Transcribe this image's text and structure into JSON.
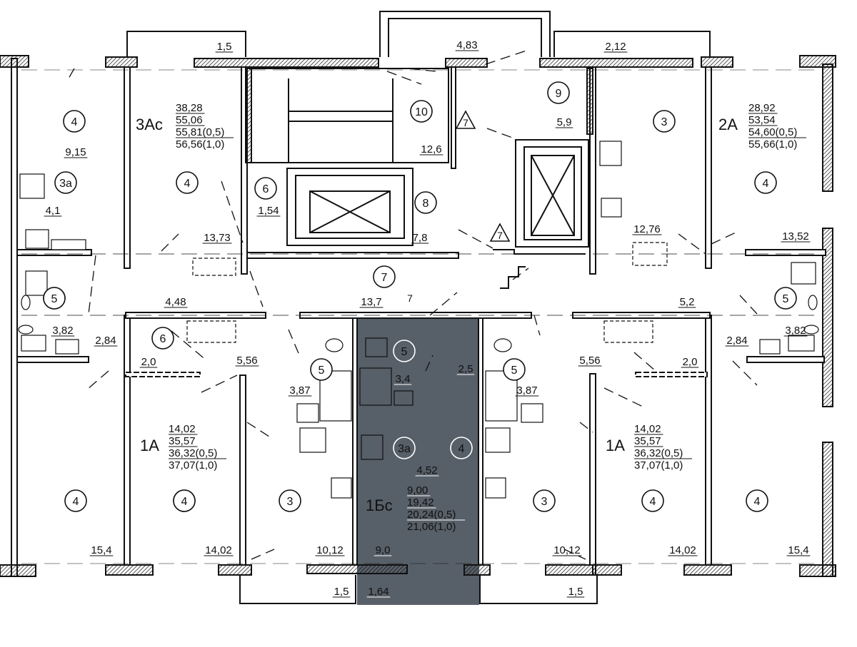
{
  "colors": {
    "wall": "#111111",
    "highlight": "#4a535c",
    "line": "#111111",
    "background": "#ffffff"
  },
  "rooms": [
    {
      "id": "r1",
      "label": "4"
    },
    {
      "id": "r2",
      "label": "3а"
    },
    {
      "id": "r3",
      "label": "5"
    },
    {
      "id": "r4",
      "label": "4"
    },
    {
      "id": "r5",
      "label": "4"
    },
    {
      "id": "r6",
      "label": "6"
    },
    {
      "id": "r7",
      "label": "8"
    },
    {
      "id": "r8",
      "label": "10"
    },
    {
      "id": "r9",
      "label": "9"
    },
    {
      "id": "r10",
      "label": "3"
    },
    {
      "id": "r11",
      "label": "4"
    },
    {
      "id": "r12",
      "label": "5"
    },
    {
      "id": "r13",
      "label": "7"
    },
    {
      "id": "r14",
      "label": "6"
    },
    {
      "id": "r15",
      "label": "5"
    },
    {
      "id": "r16",
      "label": "5"
    },
    {
      "id": "r17",
      "label": "5"
    },
    {
      "id": "r18",
      "label": "5"
    },
    {
      "id": "r19",
      "label": "3а"
    },
    {
      "id": "r20",
      "label": "4"
    },
    {
      "id": "r21",
      "label": "4"
    },
    {
      "id": "r22",
      "label": "4"
    },
    {
      "id": "r23",
      "label": "3"
    },
    {
      "id": "r24",
      "label": "3"
    },
    {
      "id": "r25",
      "label": "4"
    },
    {
      "id": "r26",
      "label": "4"
    }
  ],
  "triangles": [
    {
      "id": "t1",
      "label": "7"
    },
    {
      "id": "t2",
      "label": "7"
    },
    {
      "id": "t3",
      "label": "7"
    }
  ],
  "areas": [
    {
      "id": "a1",
      "value": "1,5"
    },
    {
      "id": "a2",
      "value": "4,83"
    },
    {
      "id": "a3",
      "value": "2,12"
    },
    {
      "id": "a4",
      "value": "9,15"
    },
    {
      "id": "a5",
      "value": "4,1"
    },
    {
      "id": "a6",
      "value": "12,6"
    },
    {
      "id": "a7",
      "value": "5,9"
    },
    {
      "id": "a8",
      "value": "1,54"
    },
    {
      "id": "a9",
      "value": "13,73"
    },
    {
      "id": "a10",
      "value": "7,8"
    },
    {
      "id": "a11",
      "value": "12,76"
    },
    {
      "id": "a12",
      "value": "13,52"
    },
    {
      "id": "a13",
      "value": "4,48"
    },
    {
      "id": "a14",
      "value": "13,7"
    },
    {
      "id": "a15",
      "value": "5,2"
    },
    {
      "id": "a16",
      "value": "3,82"
    },
    {
      "id": "a17",
      "value": "2,84"
    },
    {
      "id": "a18",
      "value": "2,84"
    },
    {
      "id": "a19",
      "value": "3,82"
    },
    {
      "id": "a20",
      "value": "2,0"
    },
    {
      "id": "a21",
      "value": "5,56"
    },
    {
      "id": "a22",
      "value": "3,4"
    },
    {
      "id": "a23",
      "value": "2,5"
    },
    {
      "id": "a24",
      "value": "5,56"
    },
    {
      "id": "a25",
      "value": "2,0"
    },
    {
      "id": "a26",
      "value": "3,87"
    },
    {
      "id": "a27",
      "value": "3,87"
    },
    {
      "id": "a28",
      "value": "4,52"
    },
    {
      "id": "a29",
      "value": "15,4"
    },
    {
      "id": "a30",
      "value": "14,02"
    },
    {
      "id": "a31",
      "value": "10,12"
    },
    {
      "id": "a32",
      "value": "9,0"
    },
    {
      "id": "a33",
      "value": "10,12"
    },
    {
      "id": "a34",
      "value": "14,02"
    },
    {
      "id": "a35",
      "value": "15,4"
    },
    {
      "id": "a36",
      "value": "1,5"
    },
    {
      "id": "a37",
      "value": "1,64"
    },
    {
      "id": "a38",
      "value": "1,5"
    }
  ],
  "apartments": [
    {
      "id": "ap1",
      "name": "3Ас",
      "lines": [
        "38,28",
        "55,06",
        "55,81(0,5)",
        "56,56(1,0)"
      ]
    },
    {
      "id": "ap2",
      "name": "2А",
      "lines": [
        "28,92",
        "53,54",
        "54,60(0,5)",
        "55,66(1,0)"
      ]
    },
    {
      "id": "ap3",
      "name": "1А",
      "lines": [
        "14,02",
        "35,57",
        "36,32(0,5)",
        "37,07(1,0)"
      ]
    },
    {
      "id": "ap4",
      "name": "1Бс",
      "lines": [
        "9,00",
        "19,42",
        "20,24(0,5)",
        "21,06(1,0)"
      ]
    },
    {
      "id": "ap5",
      "name": "1А",
      "lines": [
        "14,02",
        "35,57",
        "36,32(0,5)",
        "37,07(1,0)"
      ]
    }
  ]
}
